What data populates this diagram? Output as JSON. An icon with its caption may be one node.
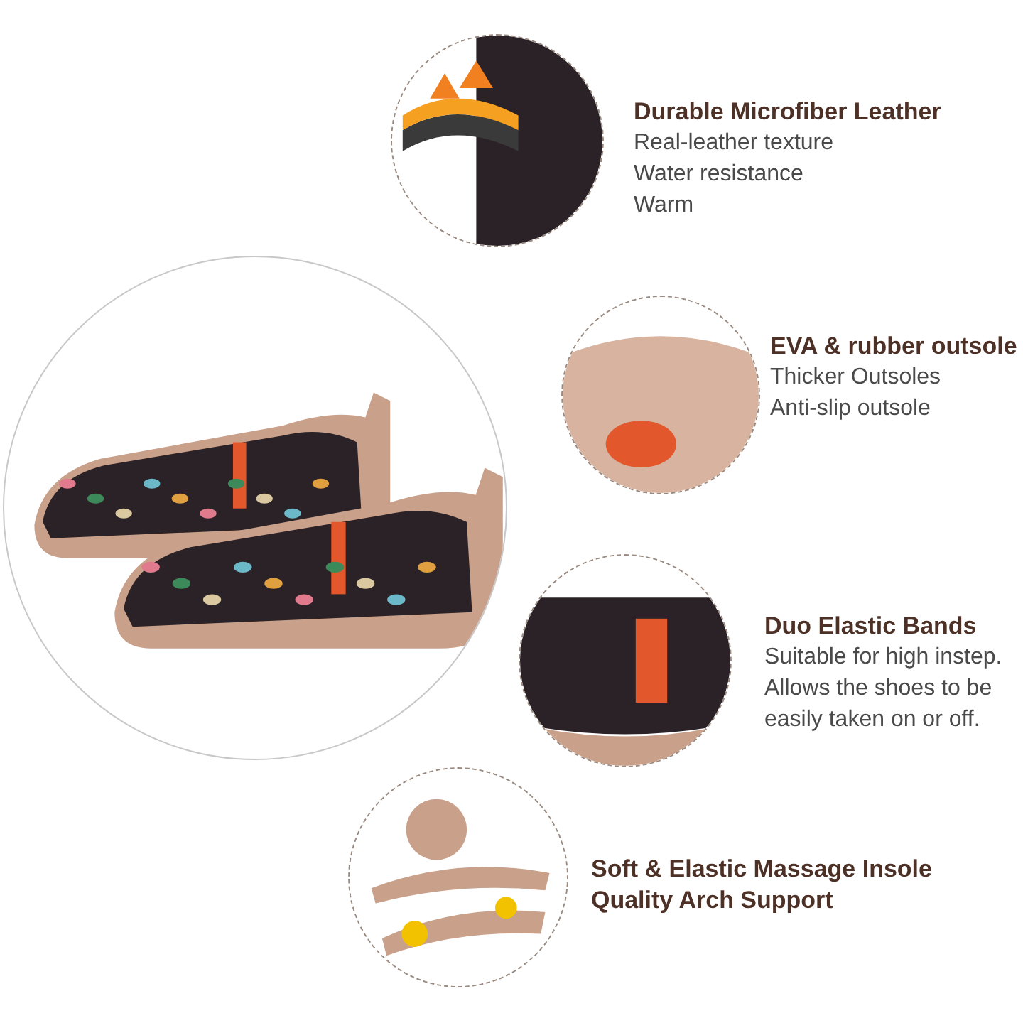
{
  "diagram": {
    "nodes": [
      {
        "text": [],
        "shape": "picture"
      },
      {
        "text": [],
        "shape": "picture",
        "beside": [
          "Durable Microfiber Leather",
          "Real-leather texture",
          "Water resistance",
          "Warm"
        ]
      },
      {
        "text": [],
        "shape": "picture",
        "beside": [
          "EVA & rubber outsole",
          "Thicker Outsoles",
          "Anti-slip outsole"
        ]
      },
      {
        "text": [],
        "shape": "picture",
        "beside": [
          "Duo Elastic Bands",
          "Suitable for high instep.",
          "Allows the shoes to be easily taken on or off."
        ]
      },
      {
        "text": [],
        "shape": "picture",
        "beside": [
          "Soft & Elastic Massage Insole",
          "Quality Arch Support"
        ]
      }
    ],
    "edges": []
  }
}
